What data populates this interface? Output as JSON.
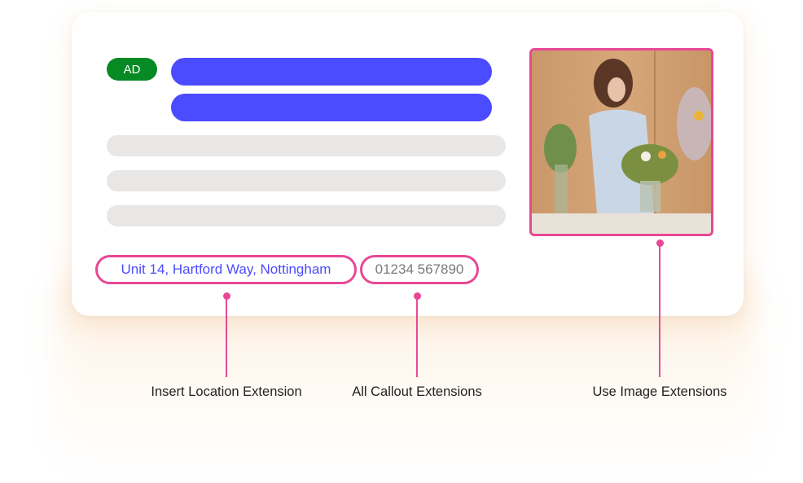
{
  "ad_badge": "AD",
  "location_extension": "Unit 14, Hartford Way, Nottingham",
  "callout_extension": "01234 567890",
  "labels": {
    "location": "Insert Location Extension",
    "callout": "All Callout Extensions",
    "image": "Use Image Extensions"
  },
  "colors": {
    "accent": "#e84896",
    "headline": "#4b4bff",
    "badge": "#078a24"
  }
}
